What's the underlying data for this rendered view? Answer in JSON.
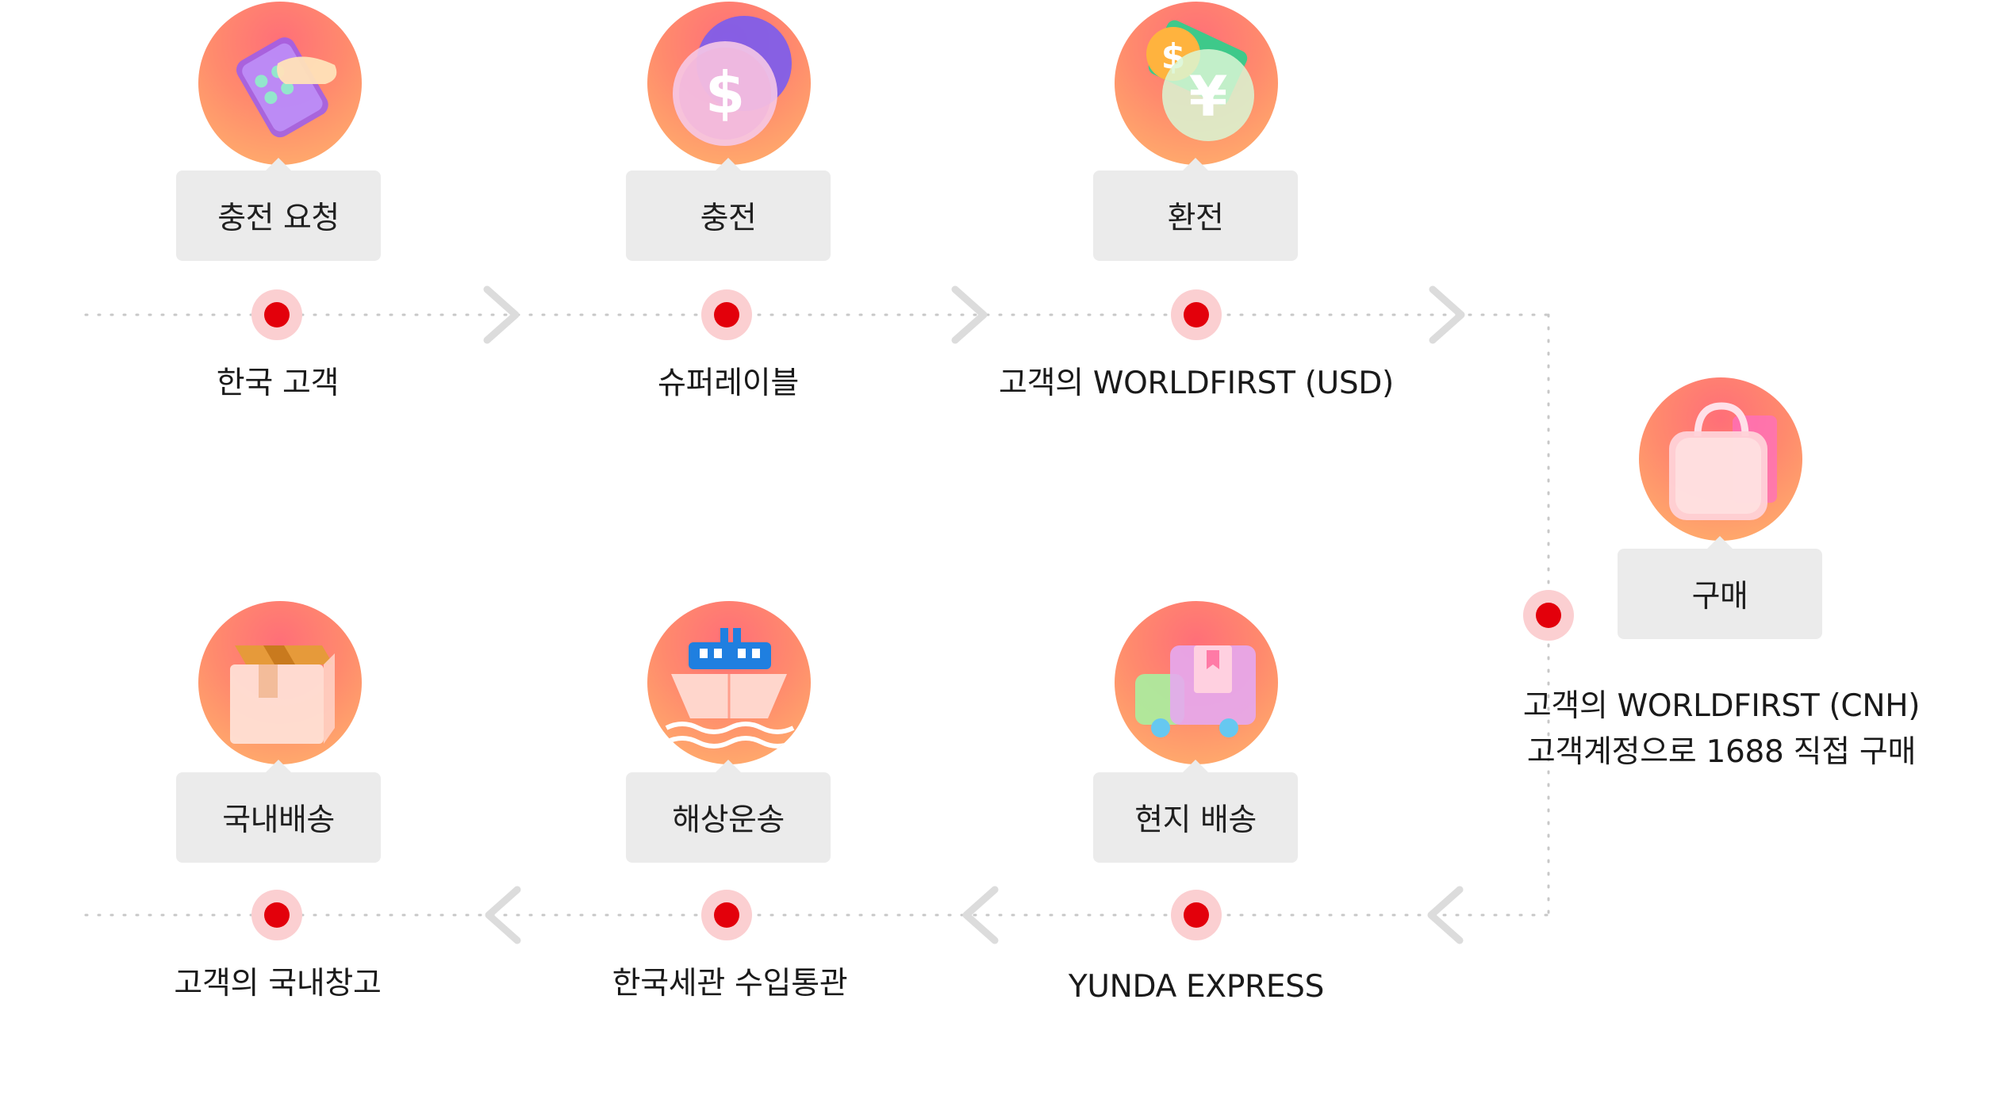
{
  "steps": [
    {
      "label": "충전 요청",
      "caption": "한국 고객",
      "icon": "phone-tap-icon"
    },
    {
      "label": "충전",
      "caption": "슈퍼레이블",
      "icon": "dollar-coin-icon"
    },
    {
      "label": "환전",
      "caption": "고객의 WORLDFIRST (USD)",
      "icon": "currency-exchange-icon"
    },
    {
      "label": "구매",
      "caption_line1": "고객의 WORLDFIRST (CNH)",
      "caption_line2": "고객계정으로 1688 직접 구매",
      "icon": "shopping-bag-icon"
    },
    {
      "label": "현지 배송",
      "caption": "YUNDA EXPRESS",
      "icon": "delivery-truck-icon"
    },
    {
      "label": "해상운송",
      "caption": "한국세관 수입통관",
      "icon": "cargo-ship-icon"
    },
    {
      "label": "국내배송",
      "caption": "고객의 국내창고",
      "icon": "package-box-icon"
    }
  ],
  "colors": {
    "accent_red": "#e3000b",
    "dot_halo": "#fbcfd1",
    "label_bg": "#ebebeb",
    "line": "#c8c8c8",
    "chevron": "#dcdcdc"
  }
}
